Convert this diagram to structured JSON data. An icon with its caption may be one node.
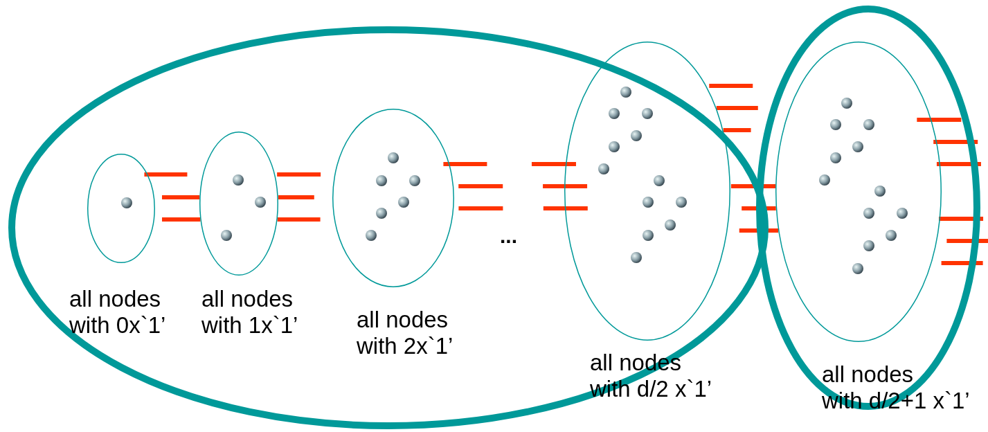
{
  "diagram": {
    "nodes": [
      {
        "text": [],
        "shape": "ellipse"
      },
      {
        "text": [],
        "shape": "ellipse",
        "in": 0,
        "beside": [
          "all nodes with 0x`1’"
        ]
      },
      {
        "text": [],
        "shape": "ellipse",
        "in": 0,
        "beside": [
          "all nodes with 1x`1’"
        ]
      },
      {
        "text": [],
        "shape": "ellipse",
        "in": 0,
        "beside": [
          "all nodes with 2x`1’"
        ]
      },
      {
        "text": [],
        "shape": "ellipse",
        "in": 0,
        "beside": [
          "all nodes with d/2 x`1’"
        ]
      },
      {
        "text": [],
        "shape": "ellipse"
      },
      {
        "text": [],
        "shape": "ellipse",
        "in": 5,
        "beside": [
          "all nodes with d/2+1 x`1’"
        ]
      }
    ],
    "edges": [
      {
        "from": 1,
        "to": null,
        "arrow": "none"
      },
      {
        "from": 1,
        "to": 2,
        "arrow": "none"
      },
      {
        "from": 1,
        "to": 2,
        "arrow": "none"
      },
      {
        "from": 2,
        "to": null,
        "arrow": "none"
      },
      {
        "from": 2,
        "to": null,
        "arrow": "none"
      },
      {
        "from": 2,
        "to": null,
        "arrow": "none"
      },
      {
        "from": 3,
        "to": null,
        "arrow": "none"
      },
      {
        "from": 3,
        "to": null,
        "arrow": "none"
      },
      {
        "from": 3,
        "to": null,
        "arrow": "none"
      },
      {
        "from": null,
        "to": 4,
        "arrow": "none"
      },
      {
        "from": null,
        "to": 4,
        "arrow": "none"
      },
      {
        "from": null,
        "to": 4,
        "arrow": "none"
      },
      {
        "from": 4,
        "to": null,
        "arrow": "none"
      },
      {
        "from": 4,
        "to": null,
        "arrow": "none"
      },
      {
        "from": 4,
        "to": null,
        "arrow": "none"
      },
      {
        "from": 4,
        "to": 6,
        "arrow": "none"
      },
      {
        "from": 4,
        "to": 6,
        "arrow": "none"
      },
      {
        "from": 4,
        "to": 6,
        "arrow": "none"
      },
      {
        "from": 6,
        "to": null,
        "arrow": "none"
      },
      {
        "from": 6,
        "to": null,
        "arrow": "none"
      },
      {
        "from": 6,
        "to": null,
        "arrow": "none"
      },
      {
        "from": 6,
        "to": null,
        "arrow": "none"
      },
      {
        "from": 6,
        "to": null,
        "arrow": "none"
      },
      {
        "from": 6,
        "to": null,
        "arrow": "none"
      }
    ],
    "labels": [
      "..."
    ]
  }
}
